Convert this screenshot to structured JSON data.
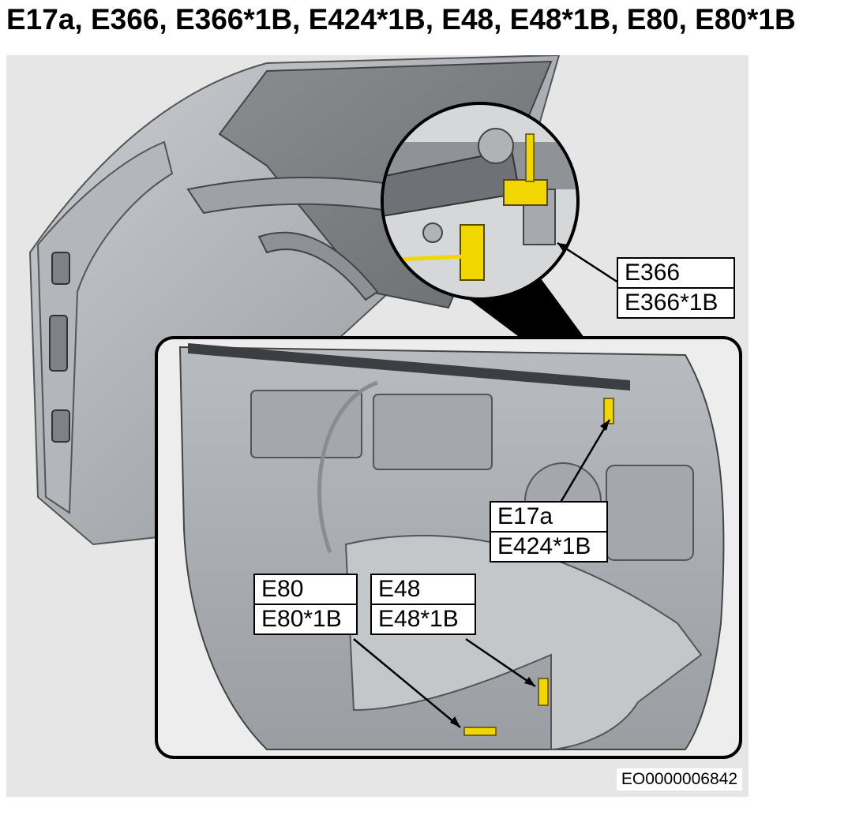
{
  "title": "E17a, E366, E366*1B, E424*1B, E48, E48*1B, E80, E80*1B",
  "callouts": {
    "e366": {
      "line1": "E366",
      "line2": "E366*1B"
    },
    "e17a": {
      "line1": "E17a",
      "line2": "E424*1B"
    },
    "e80": {
      "line1": "E80",
      "line2": "E80*1B"
    },
    "e48": {
      "line1": "E48",
      "line2": "E48*1B"
    }
  },
  "reference_code": "EO0000006842",
  "colors": {
    "background": "#e6e6e6",
    "door_shell": "#a9adb1",
    "connector": "#f2d600",
    "outline": "#000000"
  }
}
